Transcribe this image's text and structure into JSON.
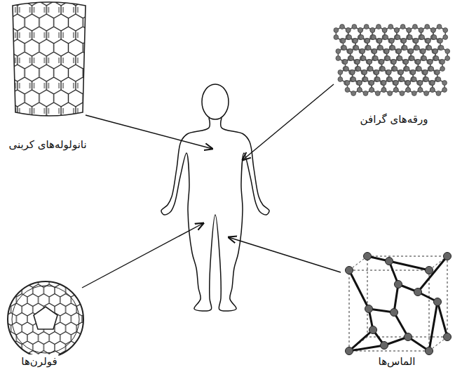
{
  "diagram": {
    "labels": [
      "نانولوله‌های کربنی",
      "ورقه‌های گرافن",
      "فولرن‌ها",
      "الماس‌ها"
    ]
  }
}
